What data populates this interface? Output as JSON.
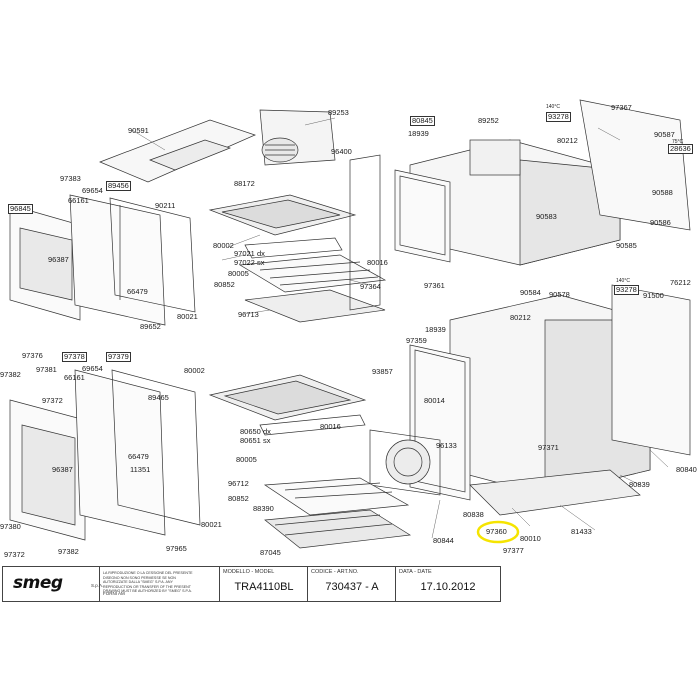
{
  "title_block": {
    "brand": "smeg",
    "brand_suffix": "S.p.A.",
    "notice_it": "LA RIPRODUZIONE O LA CESSIONE DEL PRESENTE DISEGNO NON SONO PERMESSE SE NON AUTORIZZATE DALLA \"SMEG\" S.P.A.",
    "notice_en": "ANY REPRODUCTION OR TRANSFER OF THE PRESENT DRAWING MUST BE AUTHORIZED BY \"SMEG\" S.P.A.",
    "notice_small": "FORNI AM",
    "model_header": "MODELLO - MODEL",
    "model": "TRA4110BL",
    "code_header": "CODICE - ART.NO.",
    "code": "730437 - A",
    "date_header": "DATA - DATE",
    "date": "17.10.2012"
  },
  "highlight": {
    "part": "97360",
    "color": "#f5e400"
  },
  "labels": {
    "l89253": "89253",
    "l97367": "97367",
    "l90591": "90591",
    "l80845": "80845",
    "l89252": "89252",
    "l18939a": "18939",
    "l80212a": "80212",
    "l90587": "90587",
    "l96400": "96400",
    "l88172": "88172",
    "l97383": "97383",
    "l89456": "89456",
    "l69654a": "69654",
    "l66161a": "66161",
    "l90211": "90211",
    "l96845": "96845",
    "l80002a": "80002",
    "l97021": "97021 dx",
    "l97022": "97022 sx",
    "l80005a": "80005",
    "l80016a": "80016",
    "l90583": "90583",
    "l90586": "90586",
    "l90588": "90588",
    "l96387a": "96387",
    "l80852a": "80852",
    "l97364": "97364",
    "l97361": "97361",
    "l90585": "90585",
    "l76212": "76212",
    "l90584": "90584",
    "l90578": "90578",
    "l91500": "91500",
    "l66479a": "66479",
    "l96713": "96713",
    "l18939b": "18939",
    "l80212b": "80212",
    "l80021a": "80021",
    "l89652": "89652",
    "l97359": "97359",
    "l97376": "97376",
    "l97378": "97378",
    "l97379": "97379",
    "l97382a": "97382",
    "l97381": "97381",
    "l69654b": "69654",
    "l66161b": "66161",
    "l97372a": "97372",
    "l80002b": "80002",
    "l89465": "89465",
    "l93857": "93857",
    "l80014": "80014",
    "l80650": "80650 dx",
    "l80651": "80651 sx",
    "l80016b": "80016",
    "l96133": "96133",
    "l97371": "97371",
    "l80005b": "80005",
    "l96387b": "96387",
    "l66479b": "66479",
    "l11351": "11351",
    "l96712": "96712",
    "l80852b": "80852",
    "l80840": "80840",
    "l80839": "80839",
    "l88390": "88390",
    "l80838": "80838",
    "l81433": "81433",
    "l97380": "97380",
    "l80021b": "80021",
    "l97965": "97965",
    "l97360": "97360",
    "l80010": "80010",
    "l97372b": "97372",
    "l97382b": "97382",
    "l87045": "87045",
    "l80844": "80844",
    "l97377": "97377",
    "l93278a": "93278",
    "l93278b": "93278",
    "l28636": "28636",
    "t140a": "140°C",
    "t140b": "140°C",
    "t75": "75°C"
  }
}
